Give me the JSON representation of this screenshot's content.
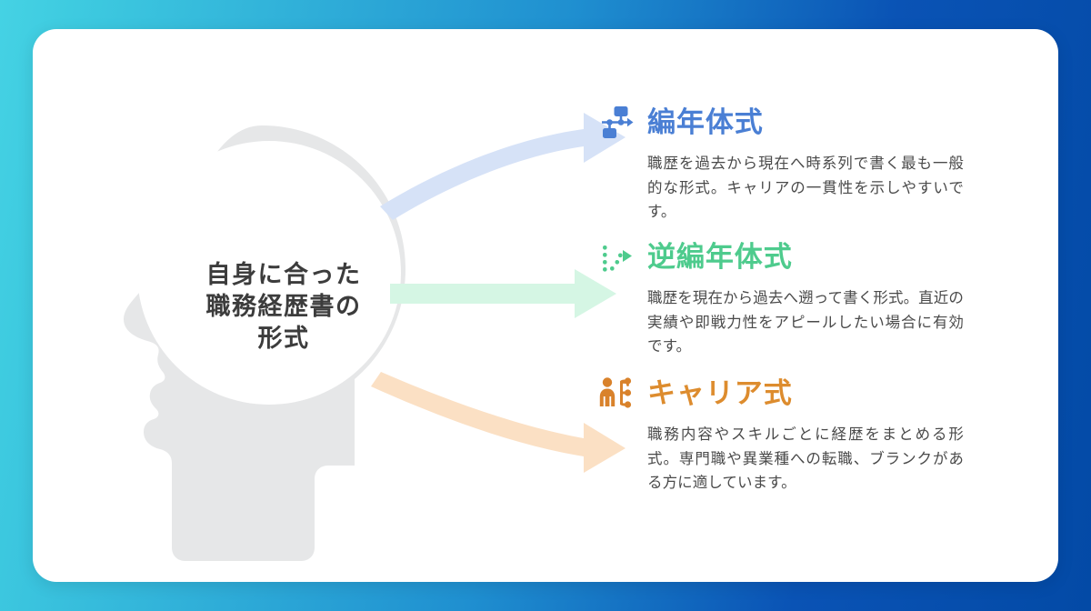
{
  "theme": {
    "bg_gradient_from": "#45d2e4",
    "bg_gradient_to": "#034aa6",
    "card_bg": "#ffffff",
    "head_fill": "#e6e7e8",
    "brain_fill": "#ffffff",
    "body_text_color": "#4a4a4a"
  },
  "center": {
    "label_line1": "自身に合った",
    "label_line2": "職務経歴書の",
    "label_line3": "形式",
    "text_color": "#3c3c3c"
  },
  "arrows": [
    {
      "name": "arrow-to-chronological",
      "color": "#d6e2f7",
      "shape": "curve-up"
    },
    {
      "name": "arrow-to-reverse-chronological",
      "color": "#d5f6e4",
      "shape": "straight"
    },
    {
      "name": "arrow-to-career-style",
      "color": "#fbe0c4",
      "shape": "curve-down"
    }
  ],
  "blocks": [
    {
      "icon": "timeline-flowchart-icon",
      "title": "編年体式",
      "title_color": "#4a7fd4",
      "icon_color": "#4a7fd4",
      "body": "職歴を過去から現在へ時系列で書く最も一般的な形式。キャリアの一貫性を示しやすいです。"
    },
    {
      "icon": "dashed-path-arrow-icon",
      "title": "逆編年体式",
      "title_color": "#4ecb8d",
      "icon_color": "#4ecb8d",
      "body": "職歴を現在から過去へ遡って書く形式。直近の実績や即戦力性をアピールしたい場合に有効です。"
    },
    {
      "icon": "person-skill-tree-icon",
      "title": "キャリア式",
      "title_color": "#dd8c2e",
      "icon_color": "#d9822b",
      "body": "職務内容やスキルごとに経歴をまとめる形式。専門職や異業種への転職、ブランクがある方に適しています。"
    }
  ]
}
